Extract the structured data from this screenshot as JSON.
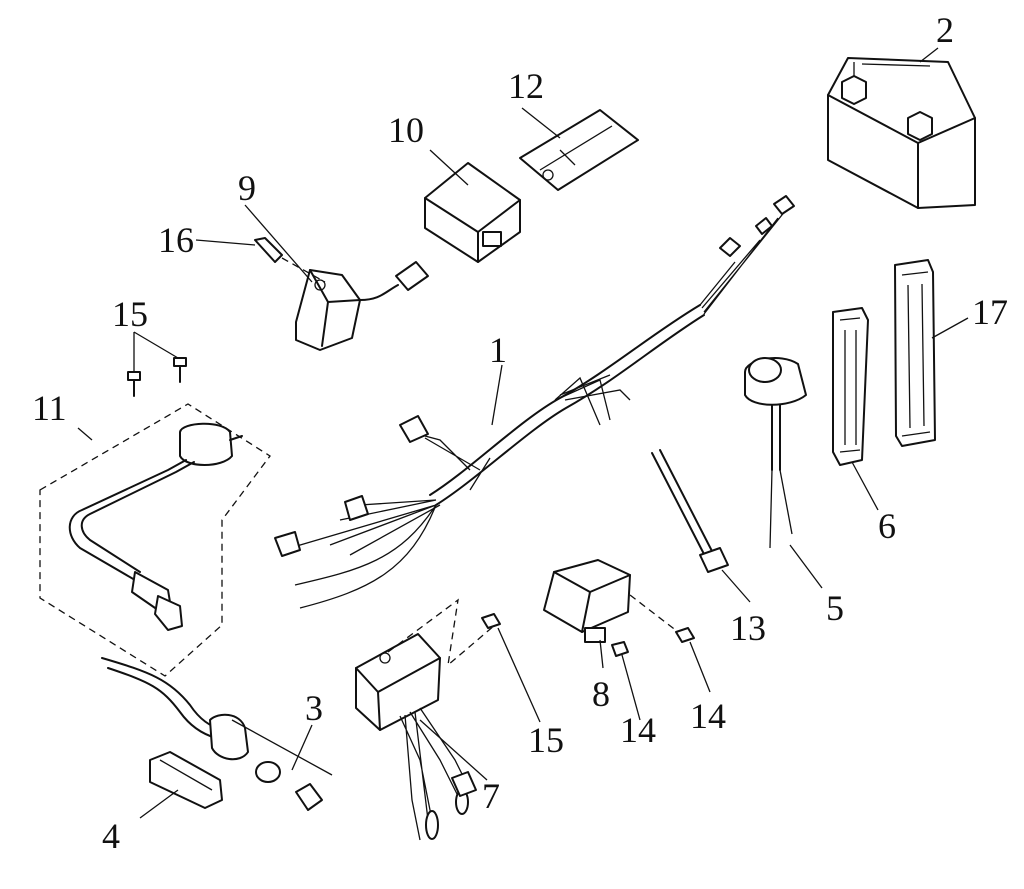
{
  "callouts": {
    "c1": "1",
    "c2": "2",
    "c3": "3",
    "c4": "4",
    "c5": "5",
    "c6": "6",
    "c7": "7",
    "c8": "8",
    "c9": "9",
    "c10": "10",
    "c11": "11",
    "c12": "12",
    "c13": "13",
    "c14a": "14",
    "c14b": "14",
    "c15a": "15",
    "c15b": "15",
    "c16": "16",
    "c17": "17"
  }
}
